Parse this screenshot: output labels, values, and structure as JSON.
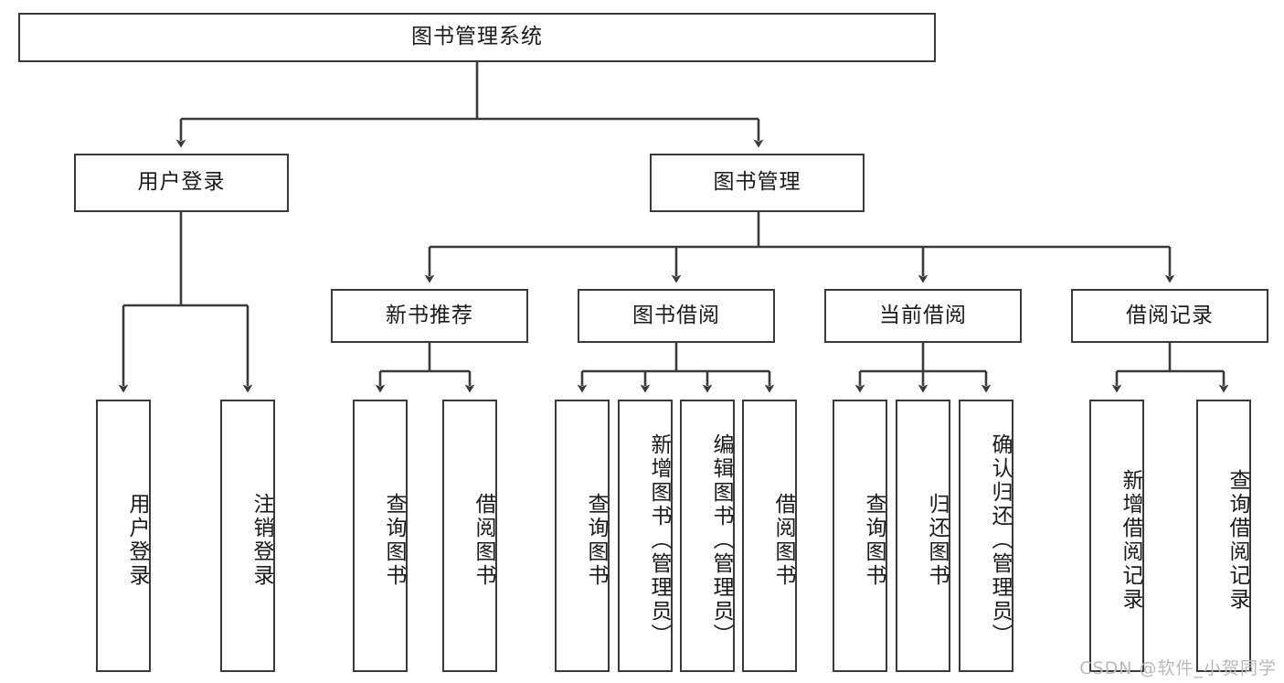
{
  "diagram": {
    "title": "图书管理系统",
    "watermark": "CSDN @软件_小贺同学",
    "style": {
      "border_color": "#3a3a3a",
      "line_color": "#3a3a3a",
      "text_color": "#1a1a1a",
      "background": "#ffffff",
      "watermark_color": "#b9b9b9"
    },
    "root": {
      "label": "图书管理系统"
    },
    "level2": [
      {
        "label": "用户登录"
      },
      {
        "label": "图书管理"
      }
    ],
    "level3": [
      {
        "label": "新书推荐"
      },
      {
        "label": "图书借阅"
      },
      {
        "label": "当前借阅"
      },
      {
        "label": "借阅记录"
      }
    ],
    "leaves": {
      "user_login": [
        {
          "label": "用户登录"
        },
        {
          "label": "注销登录"
        }
      ],
      "new_book": [
        {
          "label": "查询图书"
        },
        {
          "label": "借阅图书"
        }
      ],
      "book_borrow": [
        {
          "label": "查询图书"
        },
        {
          "label": "新增图书（管理员）"
        },
        {
          "label": "编辑图书（管理员）"
        },
        {
          "label": "借阅图书"
        }
      ],
      "current_borrow": [
        {
          "label": "查询图书"
        },
        {
          "label": "归还图书"
        },
        {
          "label": "确认归还（管理员）"
        }
      ],
      "borrow_record": [
        {
          "label": "新增借阅记录"
        },
        {
          "label": "查询借阅记录"
        }
      ]
    }
  }
}
